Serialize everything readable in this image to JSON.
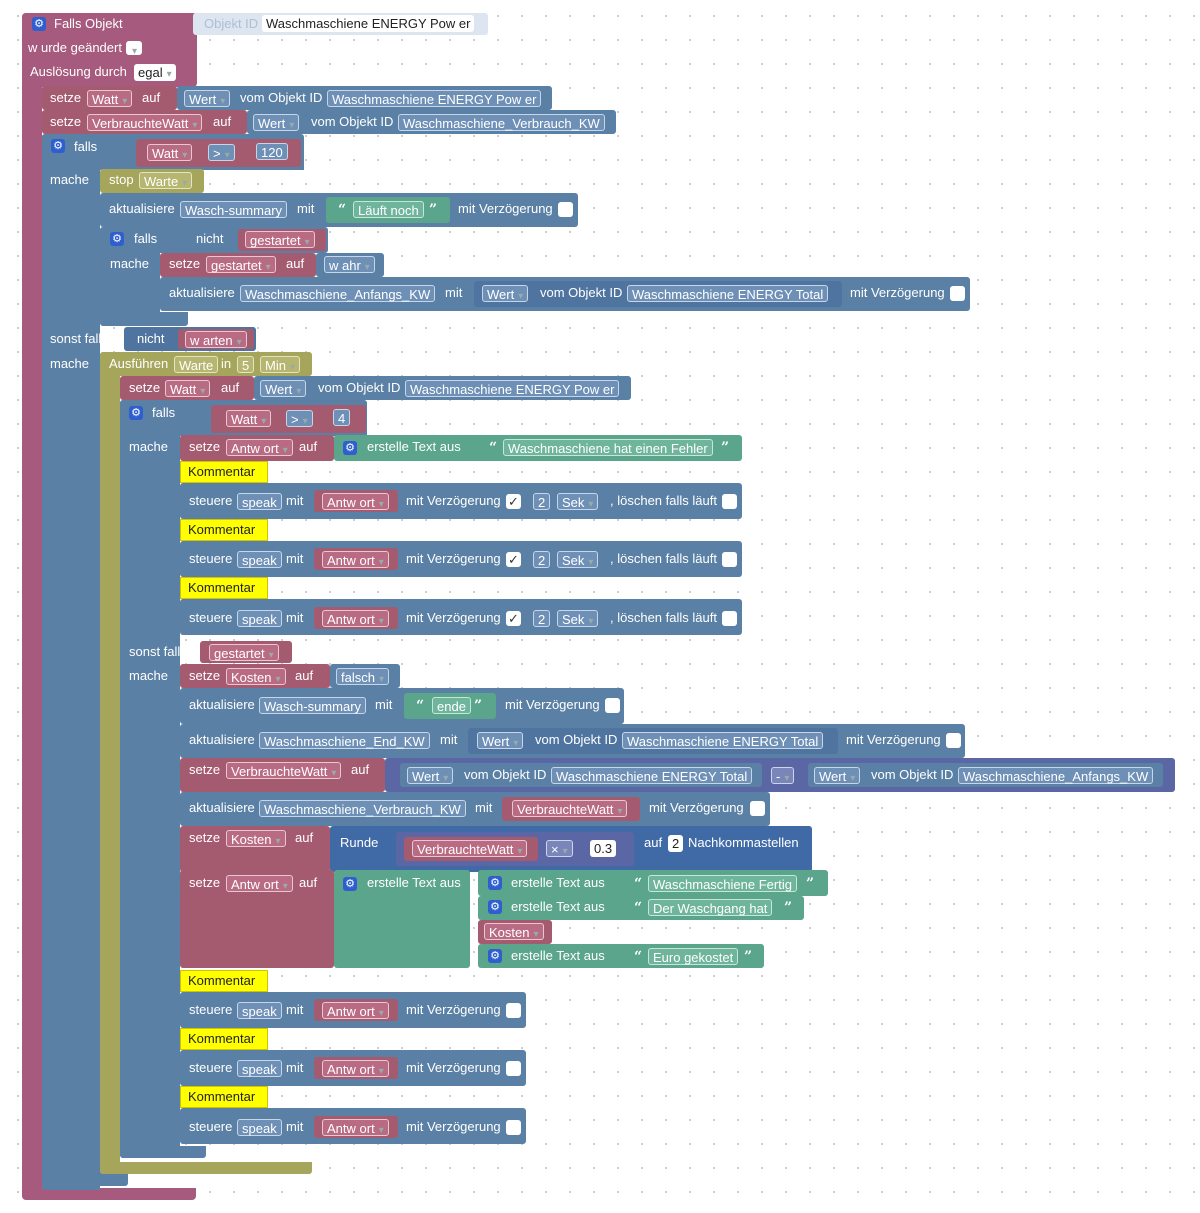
{
  "trigger": {
    "falls_objekt": "Falls Objekt",
    "objekt_id": "Objekt ID",
    "object_value": "Waschmaschiene ENERGY  Pow er",
    "changed": "w urde geändert",
    "ausloesung": "Auslösung durch",
    "egal": "egal"
  },
  "kw": {
    "setze": "setze",
    "auf": "auf",
    "wert": "Wert",
    "vom_objekt_id": "vom Objekt ID",
    "mit": "mit",
    "mit_verzoegerung": "mit Verzögerung",
    "falls": "falls",
    "mache": "mache",
    "sonst_falls": "sonst falls",
    "nicht": "nicht",
    "stop": "stop",
    "aktualisiere": "aktualisiere",
    "ausfuehren": "Ausführen",
    "in": "in",
    "min": "Min",
    "steuere": "steuere",
    "kommentar": "Kommentar",
    "sek": "Sek",
    "loeschen": ", löschen falls läuft",
    "erstelle_text": "erstelle Text aus",
    "runde": "Runde",
    "nachkomma": "Nachkommastellen",
    "gt": ">",
    "times": "×",
    "minus": "-",
    "check": "✓"
  },
  "vars": {
    "watt": "Watt",
    "verbraucht": "VerbrauchteWatt",
    "warte": "Warte",
    "gestartet": "gestartet",
    "warten": "w arten",
    "wahr": "w ahr",
    "antwort": "Antw ort",
    "kosten": "Kosten",
    "falsch": "falsch",
    "speak": "speak"
  },
  "objects": {
    "power": "Waschmaschiene ENERGY  Pow er",
    "verbrauch_kw": "Waschmaschiene_Verbrauch_KW",
    "wasch_summary": "Wasch-summary",
    "anfangs_kw": "Waschmaschiene_Anfangs_KW",
    "total": "Waschmaschiene ENERGY  Total",
    "end_kw": "Waschmaschiene_End_KW"
  },
  "values": {
    "n120": "120",
    "n5": "5",
    "n4": "4",
    "n2": "2",
    "n03": "0.3"
  },
  "strings": {
    "laeuft": "Läuft noch",
    "fehler": "Waschmaschiene hat einen Fehler",
    "ende": "ende",
    "fertig": "Waschmaschiene Fertig",
    "waschgang": "Der Waschgang hat",
    "euro": "Euro gekostet"
  },
  "colors": {
    "event": "#a65a7e",
    "logic": "#5b80a5",
    "variable": "#a55b6f",
    "timer": "#a5a55b",
    "text": "#5ba58c",
    "comment": "#ffff00"
  }
}
